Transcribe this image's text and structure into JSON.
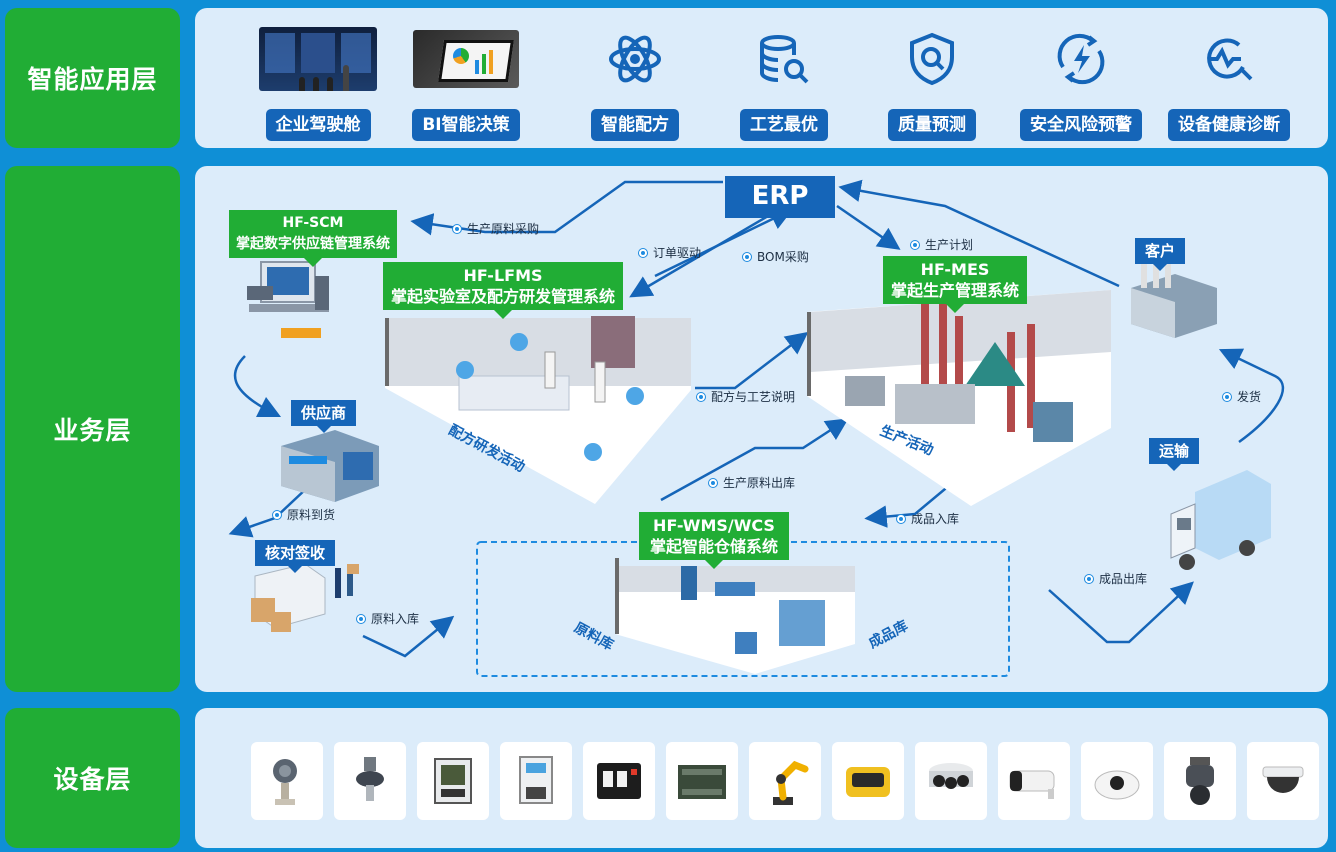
{
  "layers": {
    "application": "智能应用层",
    "business": "业务层",
    "device": "设备层"
  },
  "application_items": [
    {
      "label": "企业驾驶舱",
      "icon": "cockpit-screen-photo"
    },
    {
      "label": "BI智能决策",
      "icon": "bi-tablet-photo"
    },
    {
      "label": "智能配方",
      "icon": "atom-icon"
    },
    {
      "label": "工艺最优",
      "icon": "database-search-icon"
    },
    {
      "label": "质量预测",
      "icon": "shield-search-icon"
    },
    {
      "label": "安全风险预警",
      "icon": "lightning-refresh-icon"
    },
    {
      "label": "设备健康诊断",
      "icon": "pulse-search-icon"
    }
  ],
  "business": {
    "erp": "ERP",
    "scm": {
      "code": "HF-SCM",
      "name": "掌起数字供应链管理系统"
    },
    "lfms": {
      "code": "HF-LFMS",
      "name": "掌起实验室及配方研发管理系统"
    },
    "mes": {
      "code": "HF-MES",
      "name": "掌起生产管理系统"
    },
    "wms": {
      "code": "HF-WMS/WCS",
      "name": "掌起智能仓储系统"
    },
    "tags": {
      "supplier": "供应商",
      "check": "核对签收",
      "customer": "客户",
      "transport": "运输"
    },
    "scenes": {
      "lab": "配方研发活动",
      "production": "生产活动",
      "raw_store": "原料库",
      "product_store": "成品库"
    },
    "flows": {
      "purchase": "生产原料采购",
      "order": "订单驱动",
      "bom": "BOM采购",
      "plan": "生产计划",
      "recipe": "配方与工艺说明",
      "raw_out": "生产原料出库",
      "product_in": "成品入库",
      "raw_arrive": "原料到货",
      "raw_in": "原料入库",
      "ship": "发货",
      "product_out": "成品出库"
    }
  },
  "devices": [
    {
      "icon": "explosion-proof-sensor-icon"
    },
    {
      "icon": "pressure-transmitter-icon"
    },
    {
      "icon": "power-meter-icon"
    },
    {
      "icon": "electric-meter-icon"
    },
    {
      "icon": "controller-box-icon"
    },
    {
      "icon": "plc-module-icon"
    },
    {
      "icon": "robot-arm-icon"
    },
    {
      "icon": "rfid-reader-icon"
    },
    {
      "icon": "multi-lens-camera-icon"
    },
    {
      "icon": "bullet-camera-icon"
    },
    {
      "icon": "fisheye-camera-icon"
    },
    {
      "icon": "ptz-camera-icon"
    },
    {
      "icon": "dome-camera-icon"
    }
  ]
}
